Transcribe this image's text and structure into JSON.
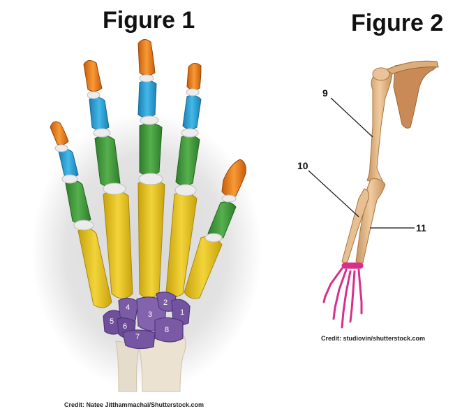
{
  "figure1": {
    "title": "Figure 1",
    "credit": "Credit: Natee Jitthammachai/Shutterstock.com",
    "carpal_labels": [
      "1",
      "2",
      "3",
      "4",
      "5",
      "6",
      "7",
      "8"
    ]
  },
  "figure2": {
    "title": "Figure 2",
    "credit": "Credit: studiovin/shutterstock.com",
    "callouts": [
      "9",
      "10",
      "11"
    ]
  },
  "colors": {
    "distal_phalanx": "#f07c1a",
    "middle_phalanx": "#2aa3d8",
    "proximal_phalanx": "#3f9a3a",
    "metacarpal": "#e6c21a",
    "carpal": "#7b5aa6",
    "forearm_bone": "#e8dcc8",
    "arm_bone": "#e2b888",
    "hand_bones_fig2": "#d92f8a",
    "background_glow": "#e6e6e6"
  }
}
